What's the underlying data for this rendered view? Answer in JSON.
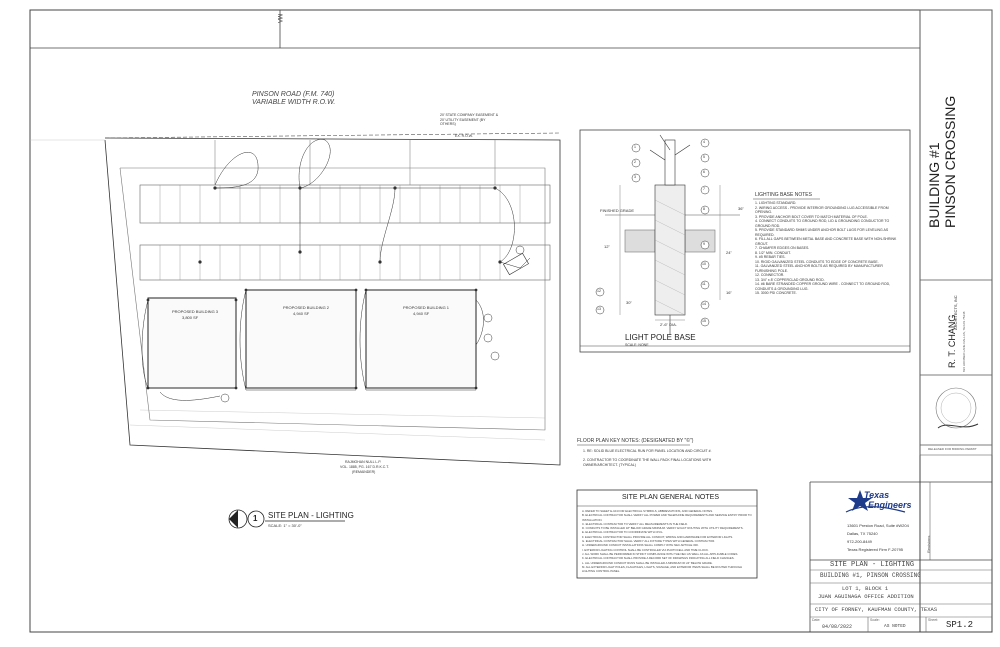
{
  "road": {
    "name": "PINSON ROAD (F.M. 740)",
    "row": "VARIABLE WIDTH R.O.W.",
    "top_tick": "MA",
    "easement_note": "20' STATE COMPANY EASEMENT & 20' UTILITY EASEMENT (BY OTHERS)",
    "row_line": "EX. R.O.W."
  },
  "buildings": [
    {
      "name": "PROPOSED BUILDING 3",
      "area": "3,800 SF"
    },
    {
      "name": "PROPOSED BUILDING 2",
      "area": "4,940 SF"
    },
    {
      "name": "PROPOSED BUILDING 1",
      "area": "4,940 SF"
    }
  ],
  "adjacent": {
    "line1": "RAJMOHAN NULL L.P.",
    "line2": "VOL. 1885, PG. 167 D.R.K.C.T.",
    "line3": "(REMAINDER)"
  },
  "detail": {
    "title": "LIGHT POLE BASE",
    "scale": "SCALE: NONE",
    "finished_grade": "FINISHED GRADE",
    "dim_36": "36\"",
    "dim_24": "24\"",
    "dim_12": "12\"",
    "dim_30": "30\"",
    "dim_bottom": "2'-6\" DIA.",
    "dim_16": "16\"",
    "callouts": [
      "1",
      "2",
      "3",
      "4",
      "5",
      "6",
      "7",
      "8",
      "9",
      "10",
      "11",
      "12",
      "13",
      "14",
      "15"
    ],
    "notes_title": "LIGHTING BASE NOTES",
    "notes": [
      "1.  LIGHTING STANDARD.",
      "2.  WIRING ACCESS - PROVIDE INTERIOR GROUNDING LUG ACCESSIBLE FROM OPENING.",
      "3.  PROVIDE ANCHOR BOLT COVER TO MATCH MATERIAL OF POLE.",
      "4.  CONNECT CONDUITS TO GROUND ROD, LID & GROUNDING CONDUCTOR TO GROUND ROD.",
      "5.  PROVIDE STANDARD SHIMS UNDER ANCHOR BOLT LUGS FOR LEVELING AS REQUIRED.",
      "6.  FILL ALL GAPS BETWEEN METAL BASE AND CONCRETE BASE WITH NON-SHRINK GROUT.",
      "7.  CHAMFER EDGES ON BASES.",
      "8.  1/2\" MIN. CONDUIT.",
      "9.  #5 REBAR TIES.",
      "10. RIGID GALVANIZED STEEL CONDUITS TO EDGE OF CONCRETE BASE.",
      "11. GALVANIZED STEEL ANCHOR BOLTS AS REQUIRED BY MANUFACTURER FURNISHING POLE.",
      "12. CONNECTOR.",
      "13. 3/4\" x 8' COPPERCLAD GROUND ROD.",
      "14. #6 BARE STRANDED COPPER GROUND WIRE - CONNECT TO GROUND ROD, CONDUITS & GROUNDING LUG.",
      "15. 3000 PSI CONCRETE."
    ]
  },
  "key_notes": {
    "title": "FLOOR PLAN KEY NOTES: (DESIGNATED BY \"©\")",
    "items": [
      "1.  RE: SOLID BLUE ELECTRICAL RUN FOR PANEL LOCATION AND CIRCUIT #.",
      "2.  CONTRACTOR TO COORDINATE THE WALL PACK FINAL LOCATIONS WITH OWNER/ARCHITECT. (TYPICAL)"
    ]
  },
  "general_notes": {
    "title": "SITE PLAN GENERAL NOTES",
    "items": [
      "A.  REFER TO SHEET E-104 FOR ELECTRICAL SYMBOLS, ABBREVIATIONS, AND GENERAL NOTES.",
      "B.  ELECTRICAL CONTRACTOR SHALL VERIFY ALL POWER AND TELEPHONE REQUIREMENTS AND SERVICE ENTRY PRIOR TO INSTALLATION.",
      "C.  ELECTRICAL CONTRACTOR TO VERIFY ALL MEASUREMENTS IN THE FIELD.",
      "D.  CONDUITS TO BE INSTALLED 18\" BELOW GRADE MINIMUM. VERIFY EXACT ROUTING WITH UTILITY REQUIREMENTS.",
      "E.  ELECTRICAL CONTRACTOR TO COORDINATE WITH CIVIL.",
      "F.  ELECTRICAL CONTRACTOR SHALL PROVIDE ALL CONDUIT, WIRING AND HARDWARE FOR EXTERIOR LIGHTS.",
      "G.  ELECTRICAL CONTRACTOR SHALL VERIFY ALL FIXTURE TYPES WITH GENERAL CONTRACTOR.",
      "H.  UNDERGROUND CONDUIT INSTALLATIONS SHALL COMPLY WITH NEC ARTICLE 300.",
      "I.  EXTERIOR LIGHTING CONTROL SHALL BE CONTROLLED VIA PHOTOCELL AND TIME CLOCK.",
      "J.  ALL WORK SHALL BE PERFORMED IN STRICT COMPLIANCE WITH THE NEC AS WELL AS ALL APPLICABLE CODES.",
      "K.  ELECTRICAL CONTRACTOR SHALL PROVIDE A RECORD SET OF DRAWINGS INDICATING ALL FIELD CHANGES.",
      "L.  ALL UNDERGROUND CONDUIT RUNS SHALL BE INSTALLED A MINIMUM OF 24\" BELOW GRADE.",
      "M.  ALL EXTERIOR LIGHT POLES, FLAGPOLES, LIGHTS, SIGNAGE, AND EXTERIOR ITEMS SHALL BE ROUTED THROUGH LIGHTING CONTROL PANEL."
    ]
  },
  "plan_label": {
    "number": "1",
    "title": "SITE PLAN - LIGHTING",
    "scale": "SCALE: 1\" = 30'-0\""
  },
  "title_block": {
    "project_line1": "BUILDING #1",
    "project_line2": "PINSON CROSSING",
    "architect": "R. T. CHANG",
    "architect_sub": "ARCHITECTS, INC",
    "architect_addr": "836 HOOBER LANE  DALLAS, TEXAS 75248",
    "stamp_text": "RELEASED FOR BIDDING PERMIT",
    "engineer_name_1": "Texas",
    "engineer_name_2": "Engineers",
    "engineer_address1": "13601 Preston Road, Suite #W204",
    "engineer_address2": "Dallas, TX 75240",
    "engineer_phone": "972-200-8449",
    "engineer_reg": "Texas Registered Firm F-20795",
    "revisions_label": "Revisions",
    "sheet_title": "SITE PLAN - LIGHTING",
    "building": "BUILDING #1, PINSON CROSSING",
    "lot": "LOT 1, BLOCK 1",
    "addition": "JUAN AGUINAGA OFFICE ADDITION",
    "city": "CITY OF FORNEY, KAUFMAN COUNTY, TEXAS",
    "date_label": "Date:",
    "date": "04/08/2022",
    "scale_label": "Scale:",
    "scale": "AS NOTED",
    "sheet_label": "Sheet:",
    "sheet": "SP1.2"
  }
}
